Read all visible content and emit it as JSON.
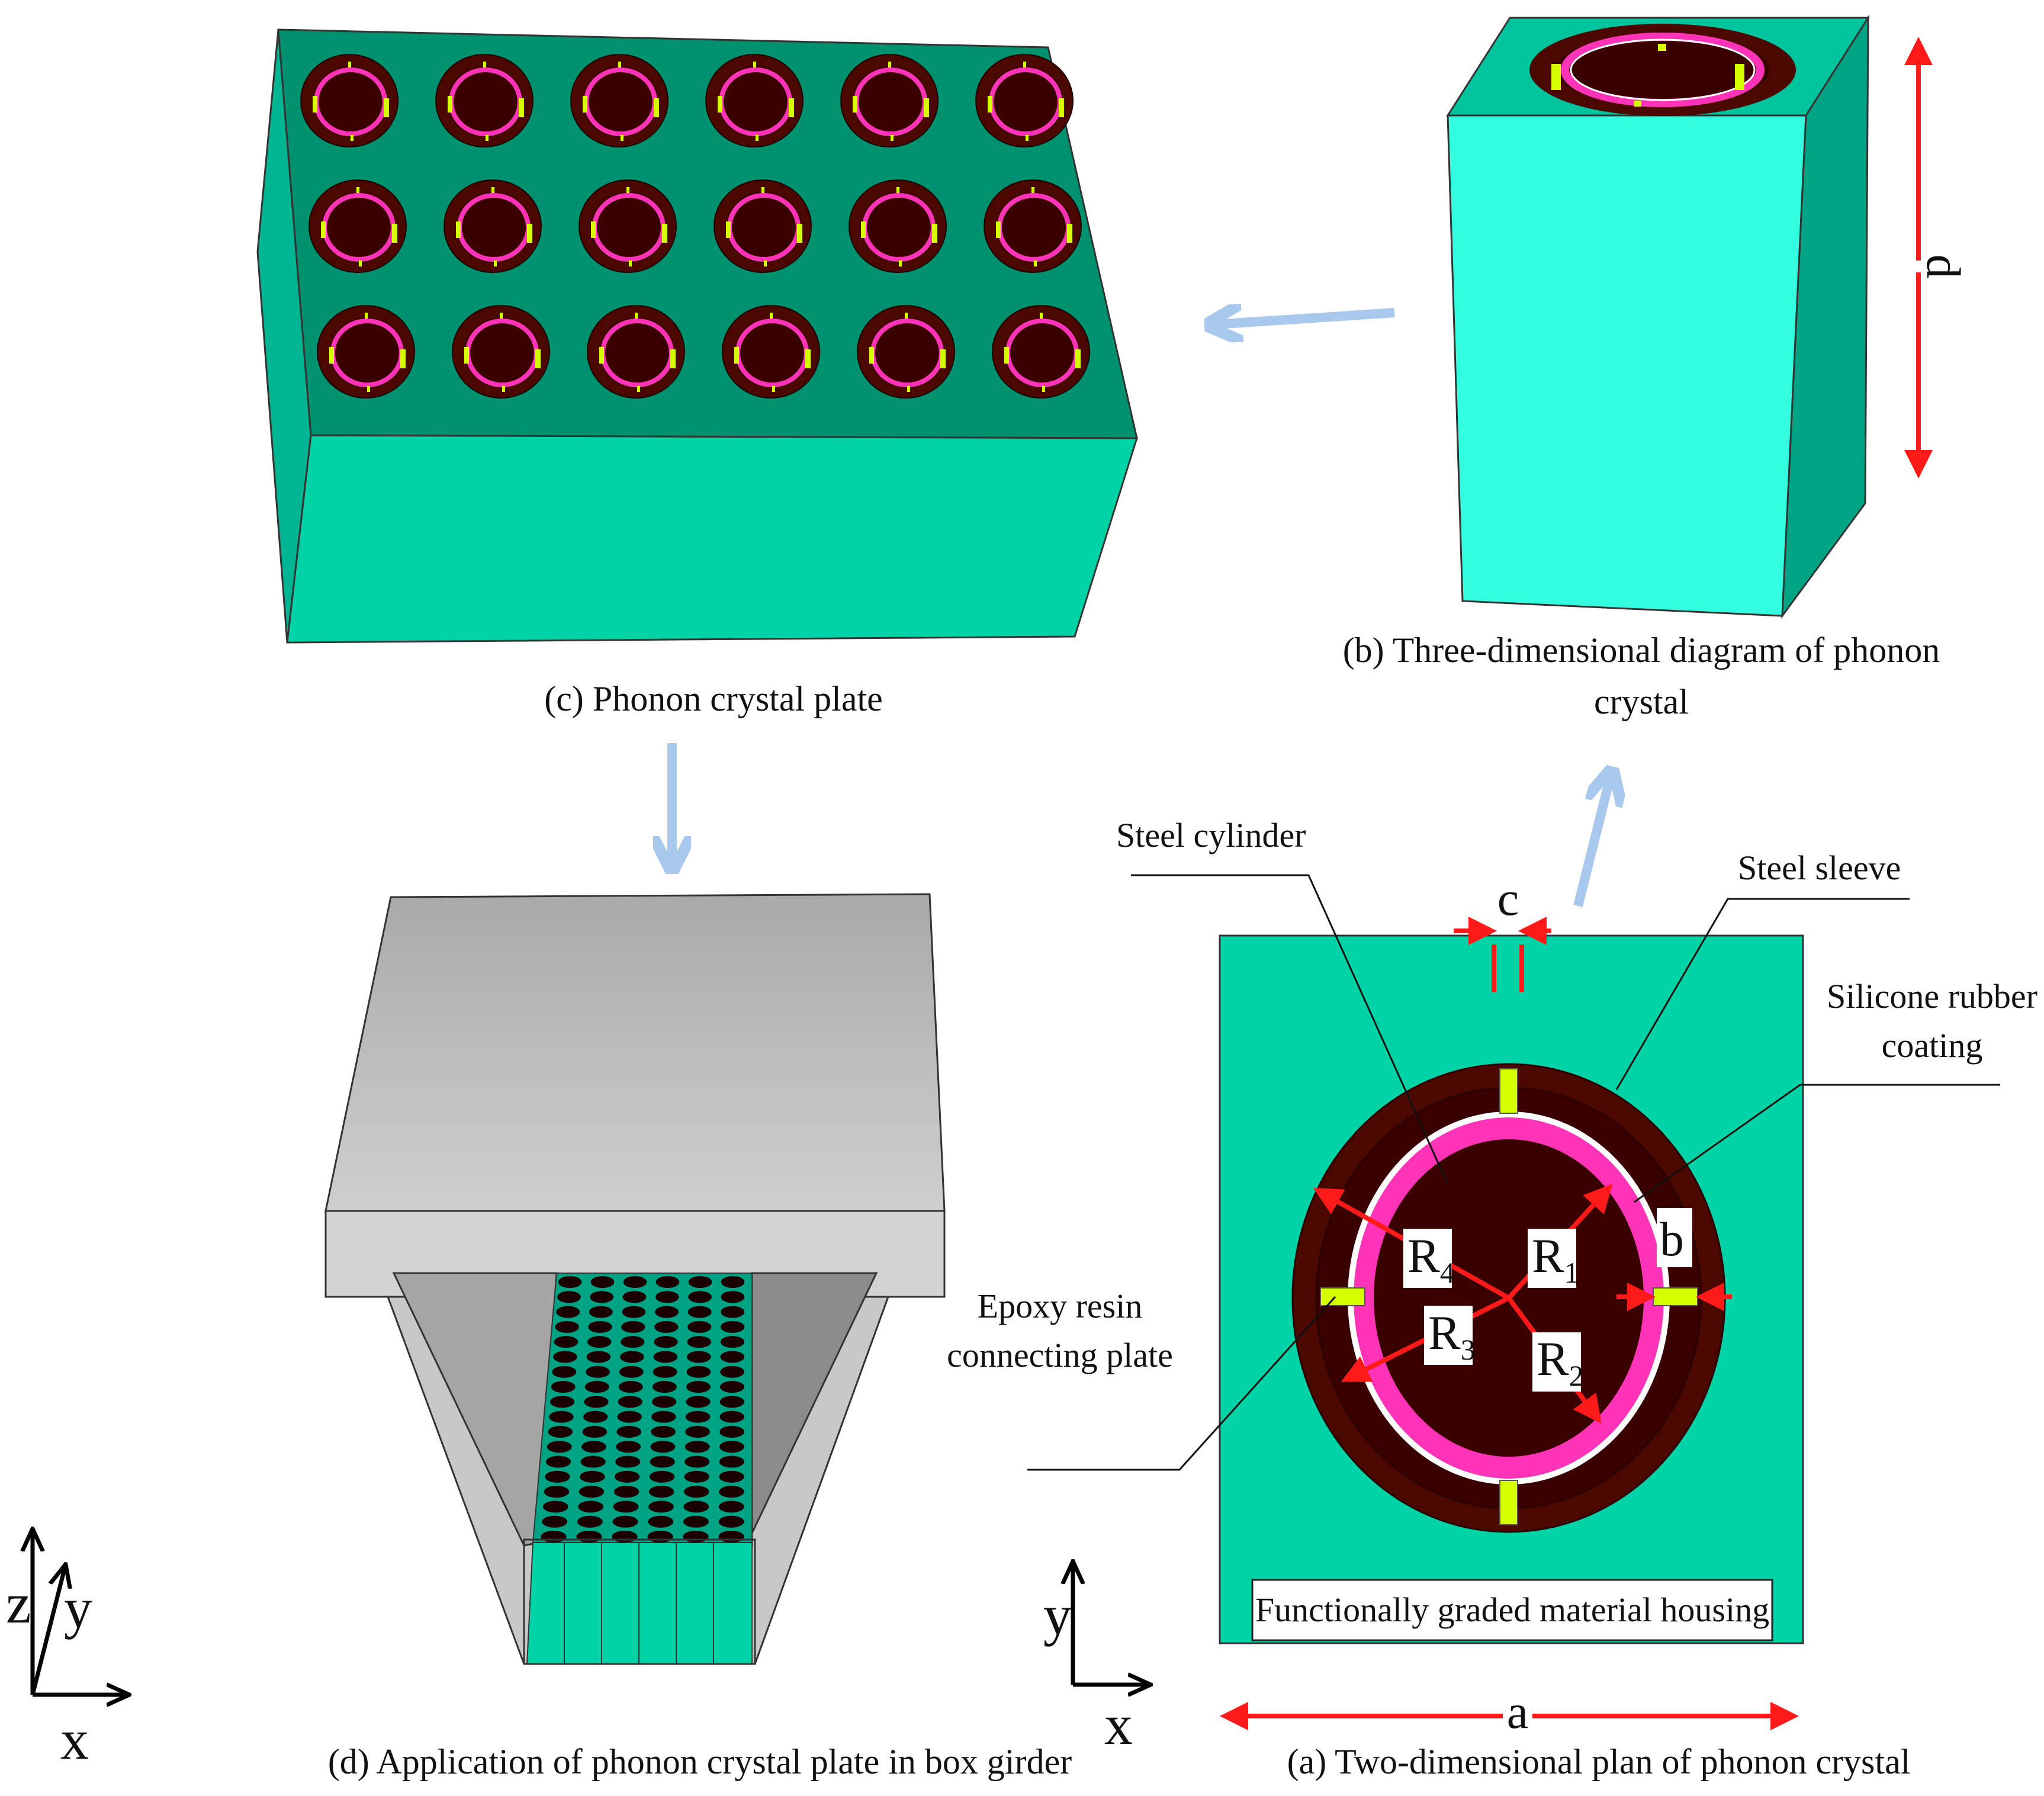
{
  "panels": {
    "a": {
      "caption": "(a) Two-dimensional plan of phonon crystal"
    },
    "b": {
      "caption_line1": "(b) Three-dimensional diagram of phonon",
      "caption_line2": "crystal"
    },
    "c": {
      "caption": "(c) Phonon crystal plate"
    },
    "d": {
      "caption": "(d) Application of phonon crystal plate in box girder"
    }
  },
  "labels": {
    "steel_cylinder": "Steel cylinder",
    "steel_sleeve": "Steel sleeve",
    "silicone_line1": "Silicone rubber",
    "silicone_line2": "coating",
    "epoxy_line1": "Epoxy resin",
    "epoxy_line2": "connecting plate",
    "housing": "Functionally graded material housing"
  },
  "dimensions": {
    "a": "a",
    "b": "b",
    "c": "c",
    "d": "d",
    "R1": {
      "base": "R",
      "sub": "1"
    },
    "R2": {
      "base": "R",
      "sub": "2"
    },
    "R3": {
      "base": "R",
      "sub": "3"
    },
    "R4": {
      "base": "R",
      "sub": "4"
    }
  },
  "axes": {
    "plan": {
      "y": "y",
      "x": "x"
    },
    "global": {
      "z": "z",
      "y": "y",
      "x": "x"
    }
  },
  "plate_grid": {
    "rows": 3,
    "cols": 6
  },
  "colors": {
    "housing": "#00d4a6",
    "housing_dark": "#00a383",
    "cube_light": "#33ffe0",
    "steel": "#3a0000",
    "sleeve": "#4a0800",
    "rubber": "#ff33b8",
    "epoxy": "#d6ff00",
    "dim_arrow": "#ff1a1a",
    "flow_arrow": "#a8c8ee",
    "concrete_top": "#b8b8b8"
  }
}
